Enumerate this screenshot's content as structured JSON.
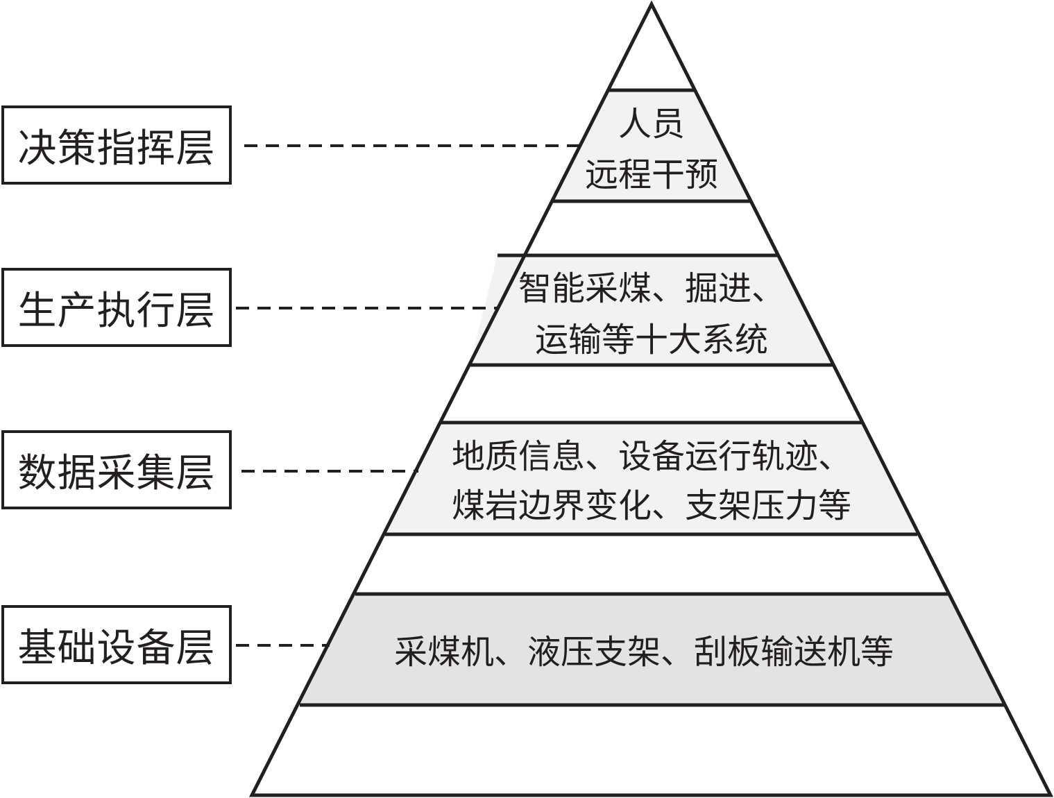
{
  "layers": [
    {
      "name": "决策指挥层",
      "lines": [
        "人员",
        "远程干预"
      ],
      "fill": "#f2f2f2"
    },
    {
      "name": "生产执行层",
      "lines": [
        "智能采煤、掘进、",
        "运输等十大系统"
      ],
      "fill": "#f2f2f2"
    },
    {
      "name": "数据采集层",
      "lines": [
        "地质信息、设备运行轨迹、",
        "煤岩边界变化、支架压力等"
      ],
      "fill": "#f2f2f2"
    },
    {
      "name": "基础设备层",
      "lines": [
        "采煤机、液压支架、刮板输送机等"
      ],
      "fill": "#e3e3e3"
    }
  ],
  "colors": {
    "stroke": "#231f20",
    "background": "#ffffff"
  }
}
